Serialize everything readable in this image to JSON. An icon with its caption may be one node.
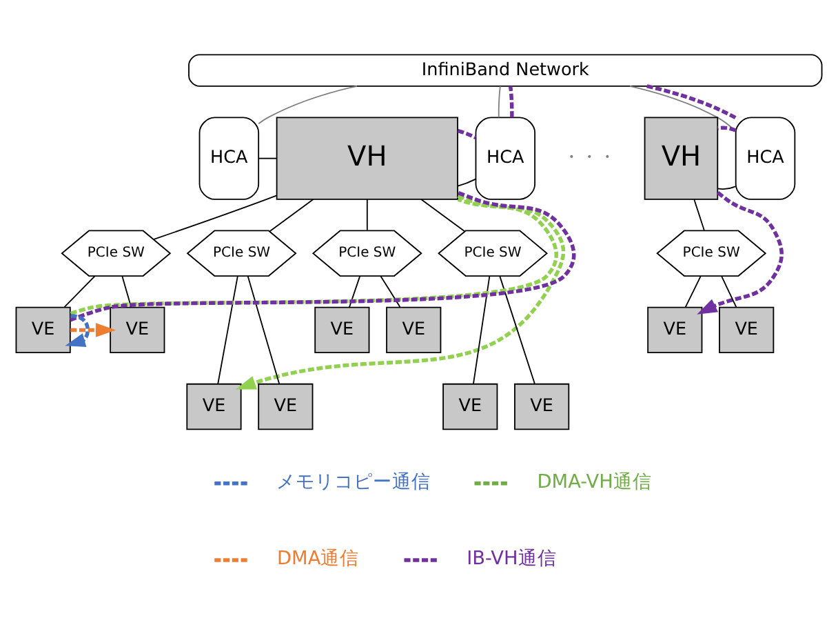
{
  "diagram": {
    "nodes": [
      {
        "text": [
          "InfiniBand Network"
        ]
      },
      {
        "text": [
          "HCA"
        ]
      },
      {
        "text": [
          "VH"
        ]
      },
      {
        "text": [
          "HCA"
        ]
      },
      {
        "text": [
          "VH"
        ]
      },
      {
        "text": [
          "HCA"
        ]
      },
      {
        "text": [
          "PCIe SW"
        ]
      },
      {
        "text": [
          "PCIe SW"
        ]
      },
      {
        "text": [
          "PCIe SW"
        ]
      },
      {
        "text": [
          "PCIe SW"
        ]
      },
      {
        "text": [
          "VE"
        ]
      },
      {
        "text": [
          "VE"
        ]
      },
      {
        "text": [
          "VE"
        ]
      },
      {
        "text": [
          "VE"
        ]
      },
      {
        "text": [
          "VE"
        ]
      },
      {
        "text": [
          "VE"
        ]
      },
      {
        "text": [
          "VE"
        ]
      },
      {
        "text": [
          "VE"
        ]
      },
      {
        "text": [
          "PCIe SW"
        ]
      },
      {
        "text": [
          "VE"
        ]
      },
      {
        "text": [
          "VE"
        ]
      }
    ],
    "edges": [
      {
        "from": 0,
        "to": 1,
        "arrow": "none",
        "color": "#808080"
      },
      {
        "from": 0,
        "to": 3,
        "arrow": "none",
        "color": "#808080"
      },
      {
        "from": 0,
        "to": 5,
        "arrow": "none",
        "color": "#808080"
      },
      {
        "from": 1,
        "to": 2,
        "arrow": "none"
      },
      {
        "from": 2,
        "to": 3,
        "arrow": "none"
      },
      {
        "from": 4,
        "to": 5,
        "arrow": "none"
      },
      {
        "from": 2,
        "to": 6,
        "arrow": "none"
      },
      {
        "from": 2,
        "to": 7,
        "arrow": "none"
      },
      {
        "from": 2,
        "to": 8,
        "arrow": "none"
      },
      {
        "from": 2,
        "to": 9,
        "arrow": "none"
      },
      {
        "from": 4,
        "to": 18,
        "arrow": "none"
      },
      {
        "from": 6,
        "to": 10,
        "arrow": "none"
      },
      {
        "from": 6,
        "to": 11,
        "arrow": "none"
      },
      {
        "from": 7,
        "to": 12,
        "arrow": "none"
      },
      {
        "from": 7,
        "to": 13,
        "arrow": "none"
      },
      {
        "from": 8,
        "to": 14,
        "arrow": "none"
      },
      {
        "from": 8,
        "to": 15,
        "arrow": "none"
      },
      {
        "from": 9,
        "to": 16,
        "arrow": "none"
      },
      {
        "from": 9,
        "to": 17,
        "arrow": "none"
      },
      {
        "from": 18,
        "to": 19,
        "arrow": "none"
      },
      {
        "from": 18,
        "to": 20,
        "arrow": "none"
      },
      {
        "from": 10,
        "to": 10,
        "arrow": "to",
        "style": "dashed",
        "color": "#4472c4"
      },
      {
        "from": 10,
        "to": 11,
        "arrow": "to",
        "style": "dashed",
        "color": "#ed7d31"
      },
      {
        "from": 10,
        "to": 2,
        "arrow": "none",
        "style": "dashed",
        "color": "#92d050"
      },
      {
        "from": 2,
        "to": 12,
        "arrow": "to",
        "style": "dashed",
        "color": "#92d050"
      },
      {
        "from": 10,
        "to": 2,
        "arrow": "none",
        "style": "dashed",
        "color": "#7030a0"
      },
      {
        "from": 2,
        "to": 3,
        "arrow": "none",
        "style": "dashed",
        "color": "#7030a0"
      },
      {
        "from": 3,
        "to": 0,
        "arrow": "none",
        "style": "dashed",
        "color": "#7030a0"
      },
      {
        "from": 0,
        "to": 5,
        "arrow": "none",
        "style": "dashed",
        "color": "#7030a0"
      },
      {
        "from": 5,
        "to": 4,
        "arrow": "none",
        "style": "dashed",
        "color": "#7030a0"
      },
      {
        "from": 4,
        "to": 19,
        "arrow": "to",
        "style": "dashed",
        "color": "#7030a0"
      }
    ],
    "labels": [
      "・・・"
    ],
    "legend": [
      {
        "text": "メモリコピー通信",
        "color": "#4472c4"
      },
      {
        "text": "DMA-VH通信",
        "color": "#70ad47"
      },
      {
        "text": "DMA通信",
        "color": "#ed7d31"
      },
      {
        "text": "IB-VH通信",
        "color": "#7030a0"
      }
    ]
  }
}
